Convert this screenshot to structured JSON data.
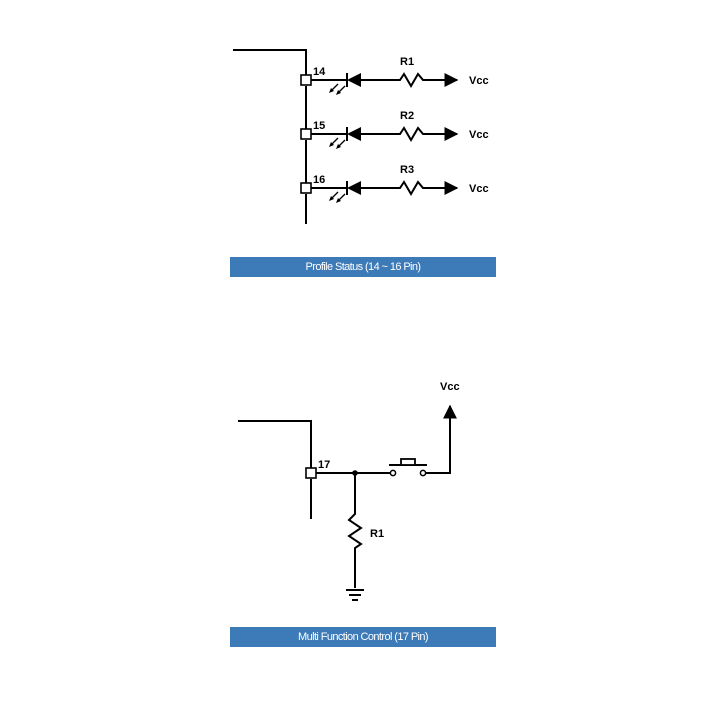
{
  "diagram1": {
    "pins": [
      "14",
      "15",
      "16"
    ],
    "resistors": [
      "R1",
      "R2",
      "R3"
    ],
    "vcc_label": "Vcc",
    "caption": "Profile Status (14 ~ 16 Pin)"
  },
  "diagram2": {
    "pin": "17",
    "resistor": "R1",
    "vcc_label": "Vcc",
    "caption": "Multi Function Control (17 Pin)"
  }
}
